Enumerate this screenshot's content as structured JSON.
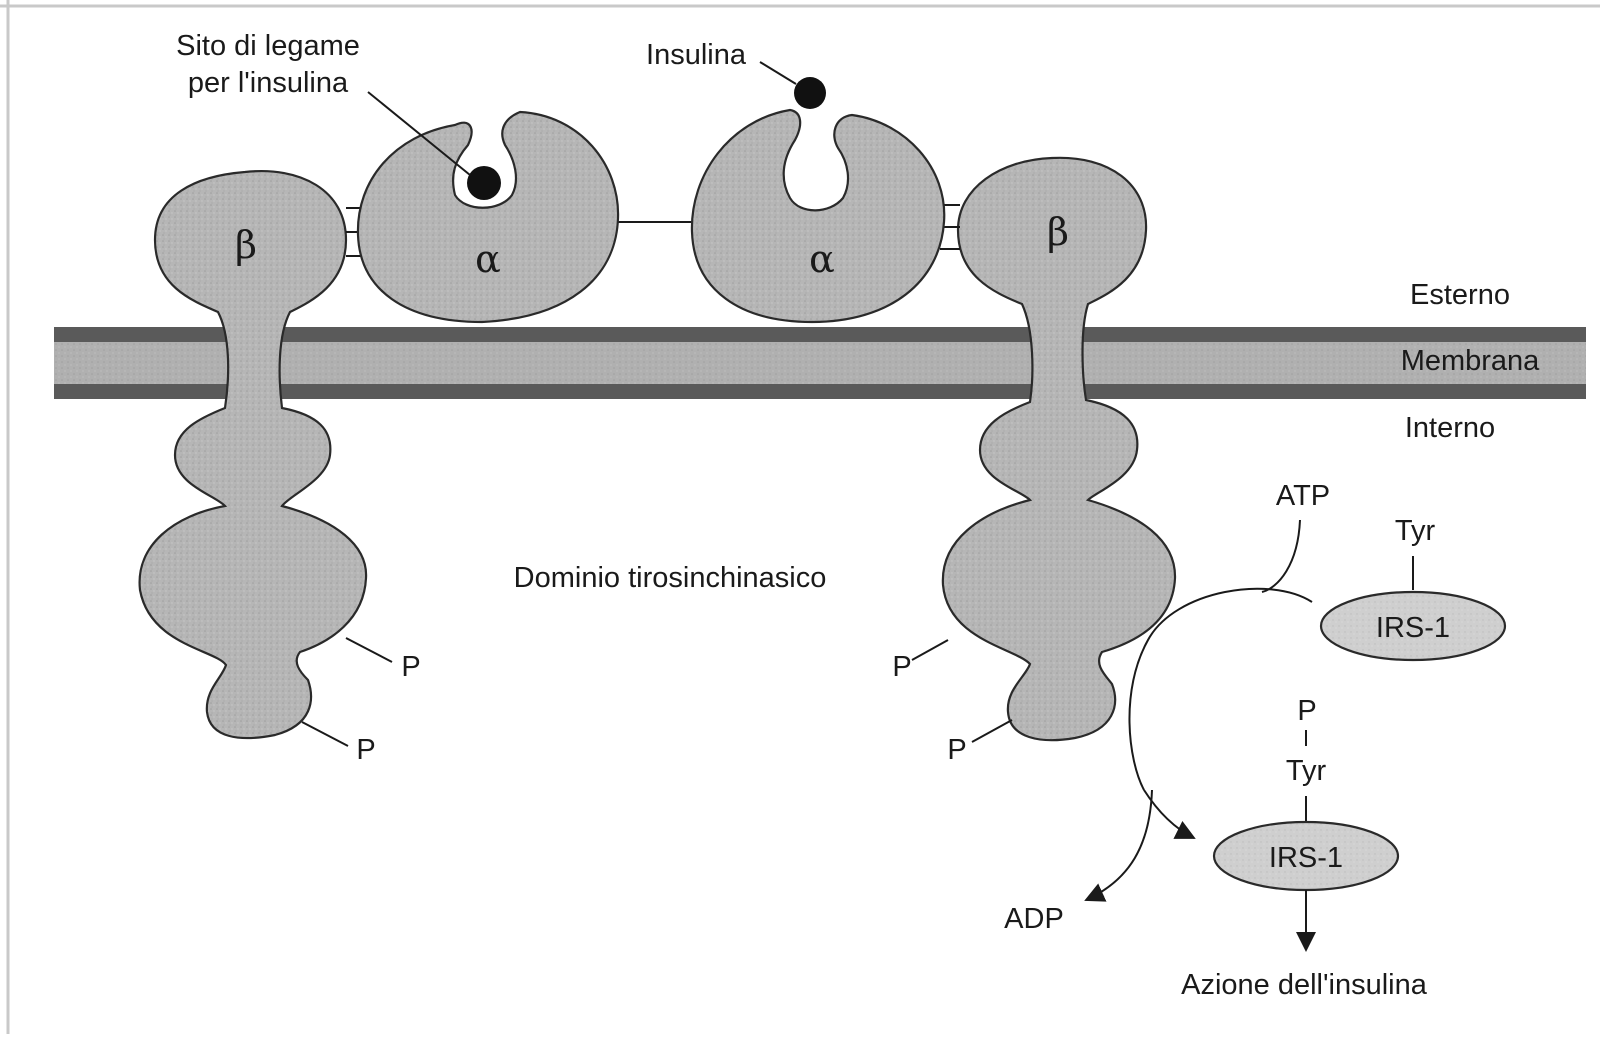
{
  "labels": {
    "binding_site_line1": "Sito di legame",
    "binding_site_line2": "per l'insulina",
    "insulin": "Insulina",
    "beta": "β",
    "alpha": "α",
    "outside": "Esterno",
    "membrane": "Membrana",
    "inside": "Interno",
    "kinase_domain": "Dominio tirosinchinasico",
    "phosphate": "P",
    "atp": "ATP",
    "adp": "ADP",
    "tyr": "Tyr",
    "irs1": "IRS-1",
    "insulin_action": "Azione dell'insulina"
  },
  "colors": {
    "protein_fill": "#b8b8b8",
    "membrane_band": "#b3b3b3",
    "membrane_edge": "#5a5a5a",
    "irs_fill": "#d4d4d4",
    "ink": "#1a1a1a"
  }
}
